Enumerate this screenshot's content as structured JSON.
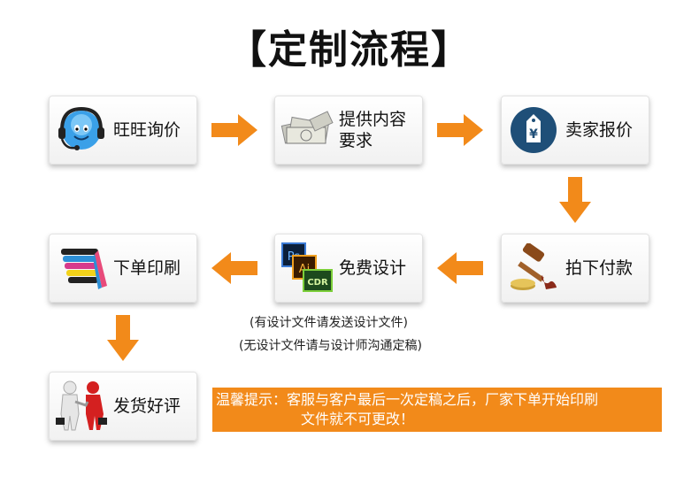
{
  "title": "【定制流程】",
  "steps": {
    "s1": "旺旺询价",
    "s2a": "提供内容",
    "s2b": "要求",
    "s3": "卖家报价",
    "s4": "拍下付款",
    "s5": "免费设计",
    "s6": "下单印刷",
    "s7": "发货好评"
  },
  "design_icon": {
    "ps": "Ps",
    "ai": "Ai",
    "cdr": "CDR"
  },
  "price_icon": "¥",
  "notes": {
    "n1": "(有设计文件请发送设计文件)",
    "n2": "(无设计文件请与设计师沟通定稿)"
  },
  "warning": {
    "line1": "温馨提示：客服与客户最后一次定稿之后，厂家下单开始印刷",
    "line2": "文件就不可更改！"
  },
  "colors": {
    "arrow": "#f28a1a",
    "warning_bg": "#f28a1a",
    "price_tag": "#1f4f78"
  }
}
